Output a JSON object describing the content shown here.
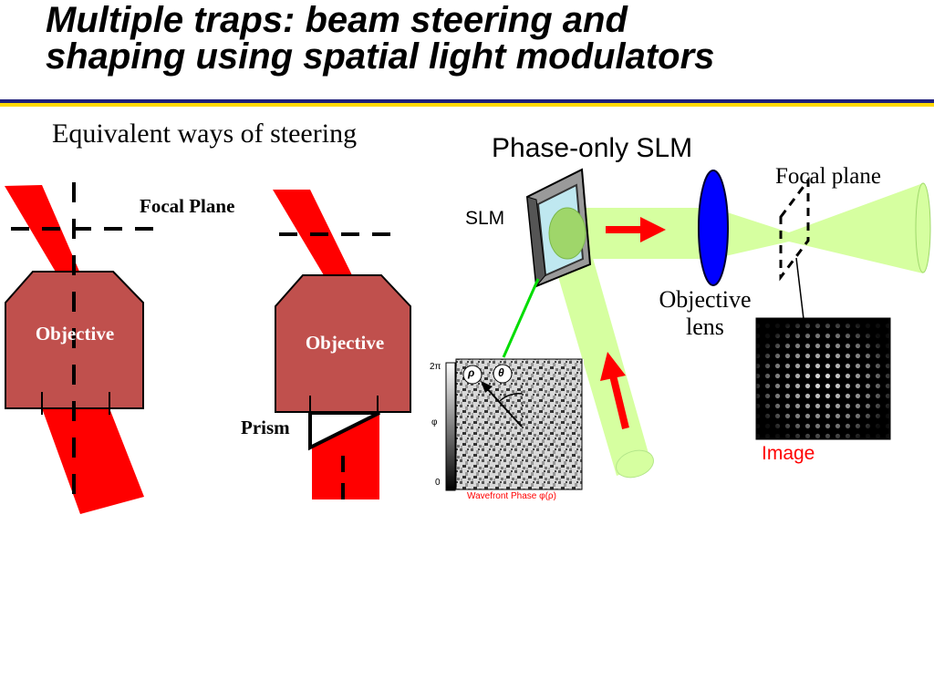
{
  "title": {
    "line1": "Multiple traps: beam steering and",
    "line2": "shaping using spatial light modulators"
  },
  "left_panel": {
    "subtitle": "Equivalent ways of steering",
    "focal_plane_label": "Focal Plane",
    "objective_label_1": "Objective",
    "objective_label_2": "Objective",
    "prism_label": "Prism"
  },
  "right_panel": {
    "heading": "Phase-only SLM",
    "slm_label": "SLM",
    "focal_plane_label": "Focal plane",
    "objective_lens_label_line1": "Objective",
    "objective_lens_label_line2": "lens",
    "image_label": "Image",
    "phase_map": {
      "scale_top": "2π",
      "scale_mid": "φ",
      "scale_bottom": "0",
      "rho_symbol": "ρ",
      "theta_symbol": "θ",
      "caption": "Wavefront Phase φ(ρ)"
    }
  },
  "colors": {
    "beam_red": "#ff0000",
    "objective_fill": "#c0504d",
    "green_beam": "#d6ffa0",
    "lens_blue": "#0000ff",
    "title_rule_navy": "#1f1f7a",
    "title_rule_yellow": "#ffd800",
    "image_label_red": "#ff0000"
  }
}
